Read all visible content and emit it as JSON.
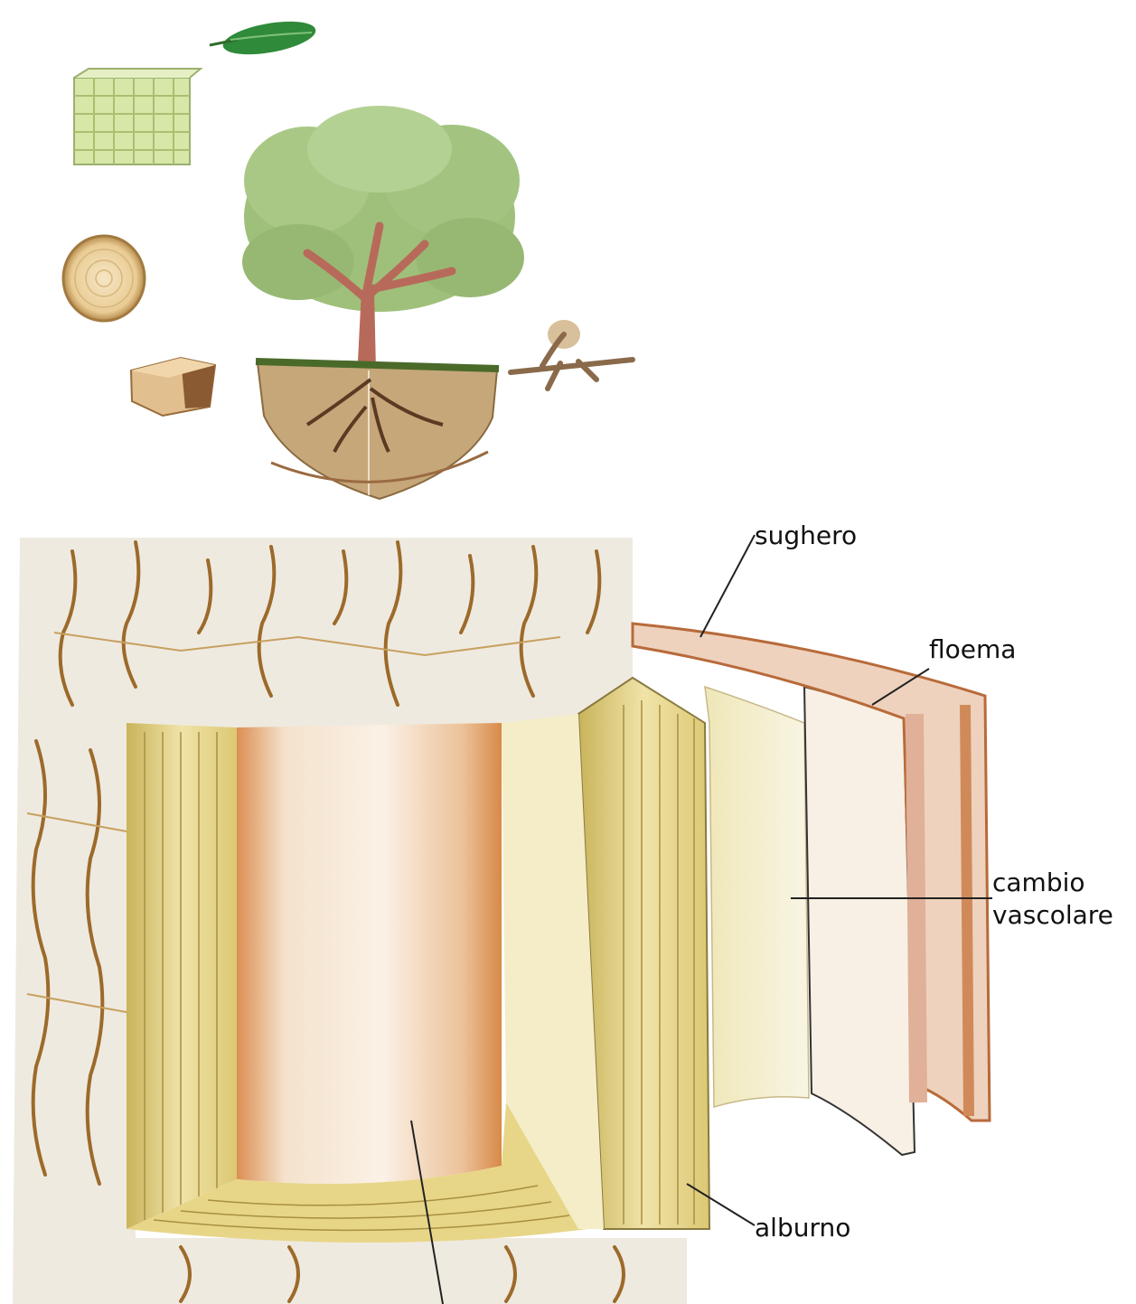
{
  "labels": {
    "sughero": "sughero",
    "floema": "floema",
    "cambio_line1": "cambio",
    "cambio_line2": "vascolare",
    "alburno": "alburno"
  },
  "colors": {
    "bark": "#efeae0",
    "bark_crack": "#9c6a2a",
    "heartwood": "#f3e3cf",
    "heartwood_edge": "#d98a4a",
    "sapwood": "#ead98e",
    "cambium": "#f6f2dc",
    "phloem": "#f8f0e4",
    "cork": "#e8b893",
    "foliage": "#9fc07a",
    "trunk": "#b86a5a",
    "soil": "#c6a77a",
    "leaf": "#2f8a3a"
  }
}
